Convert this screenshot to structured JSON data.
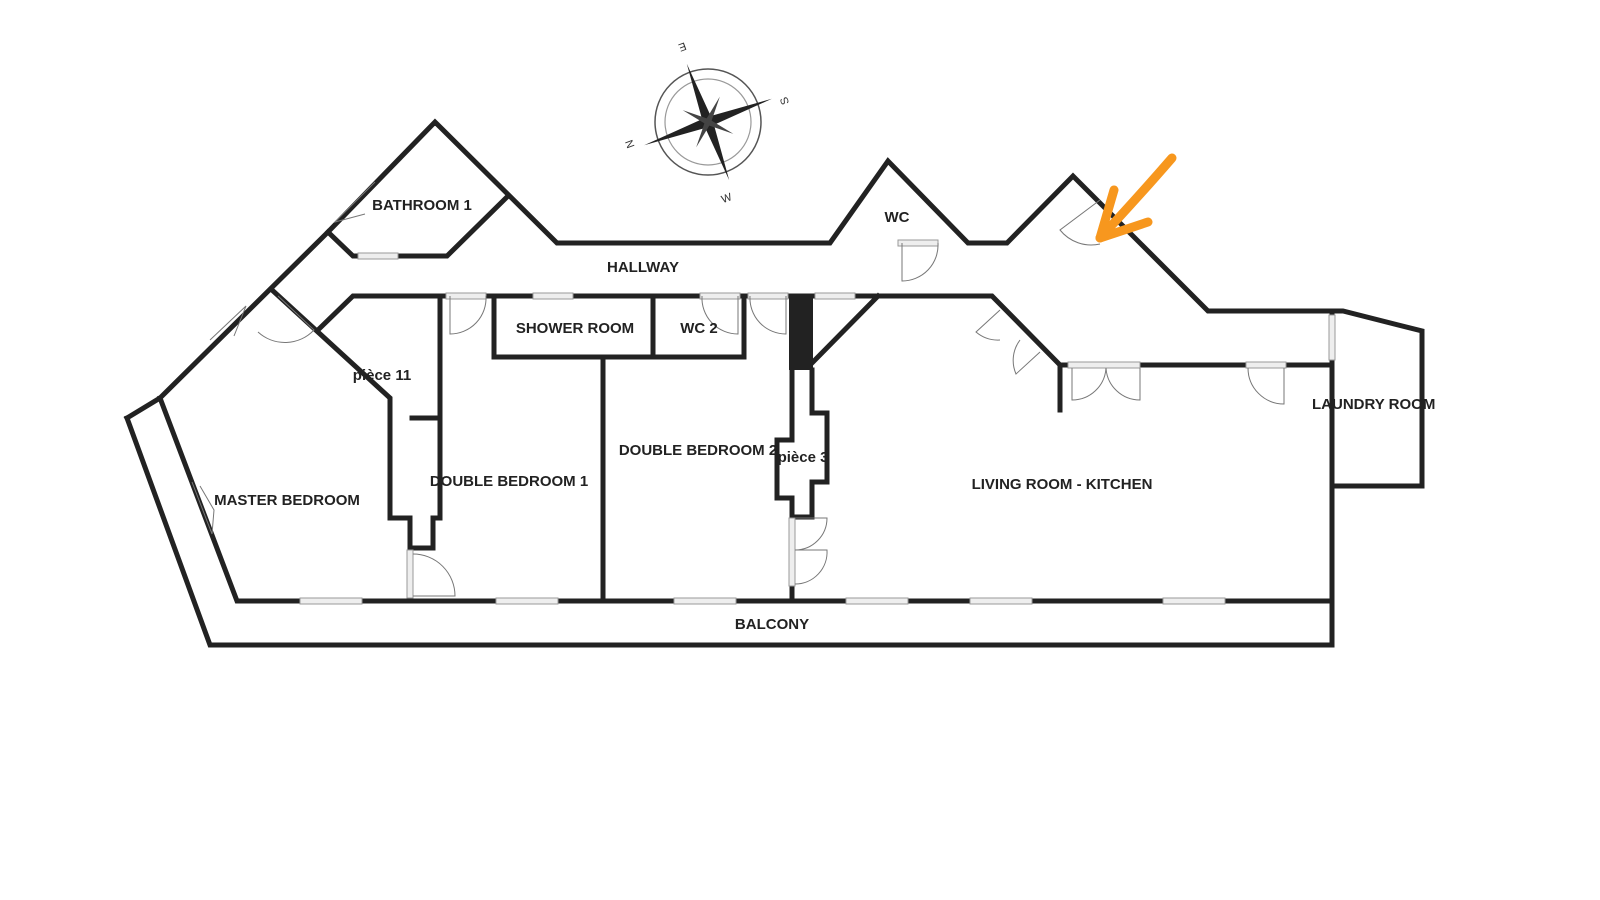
{
  "rooms": {
    "bathroom1": "BATHROOM 1",
    "hallway": "HALLWAY",
    "wc": "WC",
    "shower_room": "SHOWER ROOM",
    "wc2": "WC 2",
    "piece11": "pièce 11",
    "master_bedroom": "MASTER BEDROOM",
    "double_bedroom1": "DOUBLE BEDROOM 1",
    "double_bedroom2": "DOUBLE BEDROOM 2",
    "piece3": "pièce 3",
    "living_kitchen": "LIVING ROOM - KITCHEN",
    "laundry_room": "LAUNDRY ROOM",
    "balcony": "BALCONY"
  },
  "compass": {
    "n": "N",
    "e": "E",
    "s": "S",
    "w": "W"
  },
  "colors": {
    "wall": "#222222",
    "arrow": "#F7971E"
  }
}
